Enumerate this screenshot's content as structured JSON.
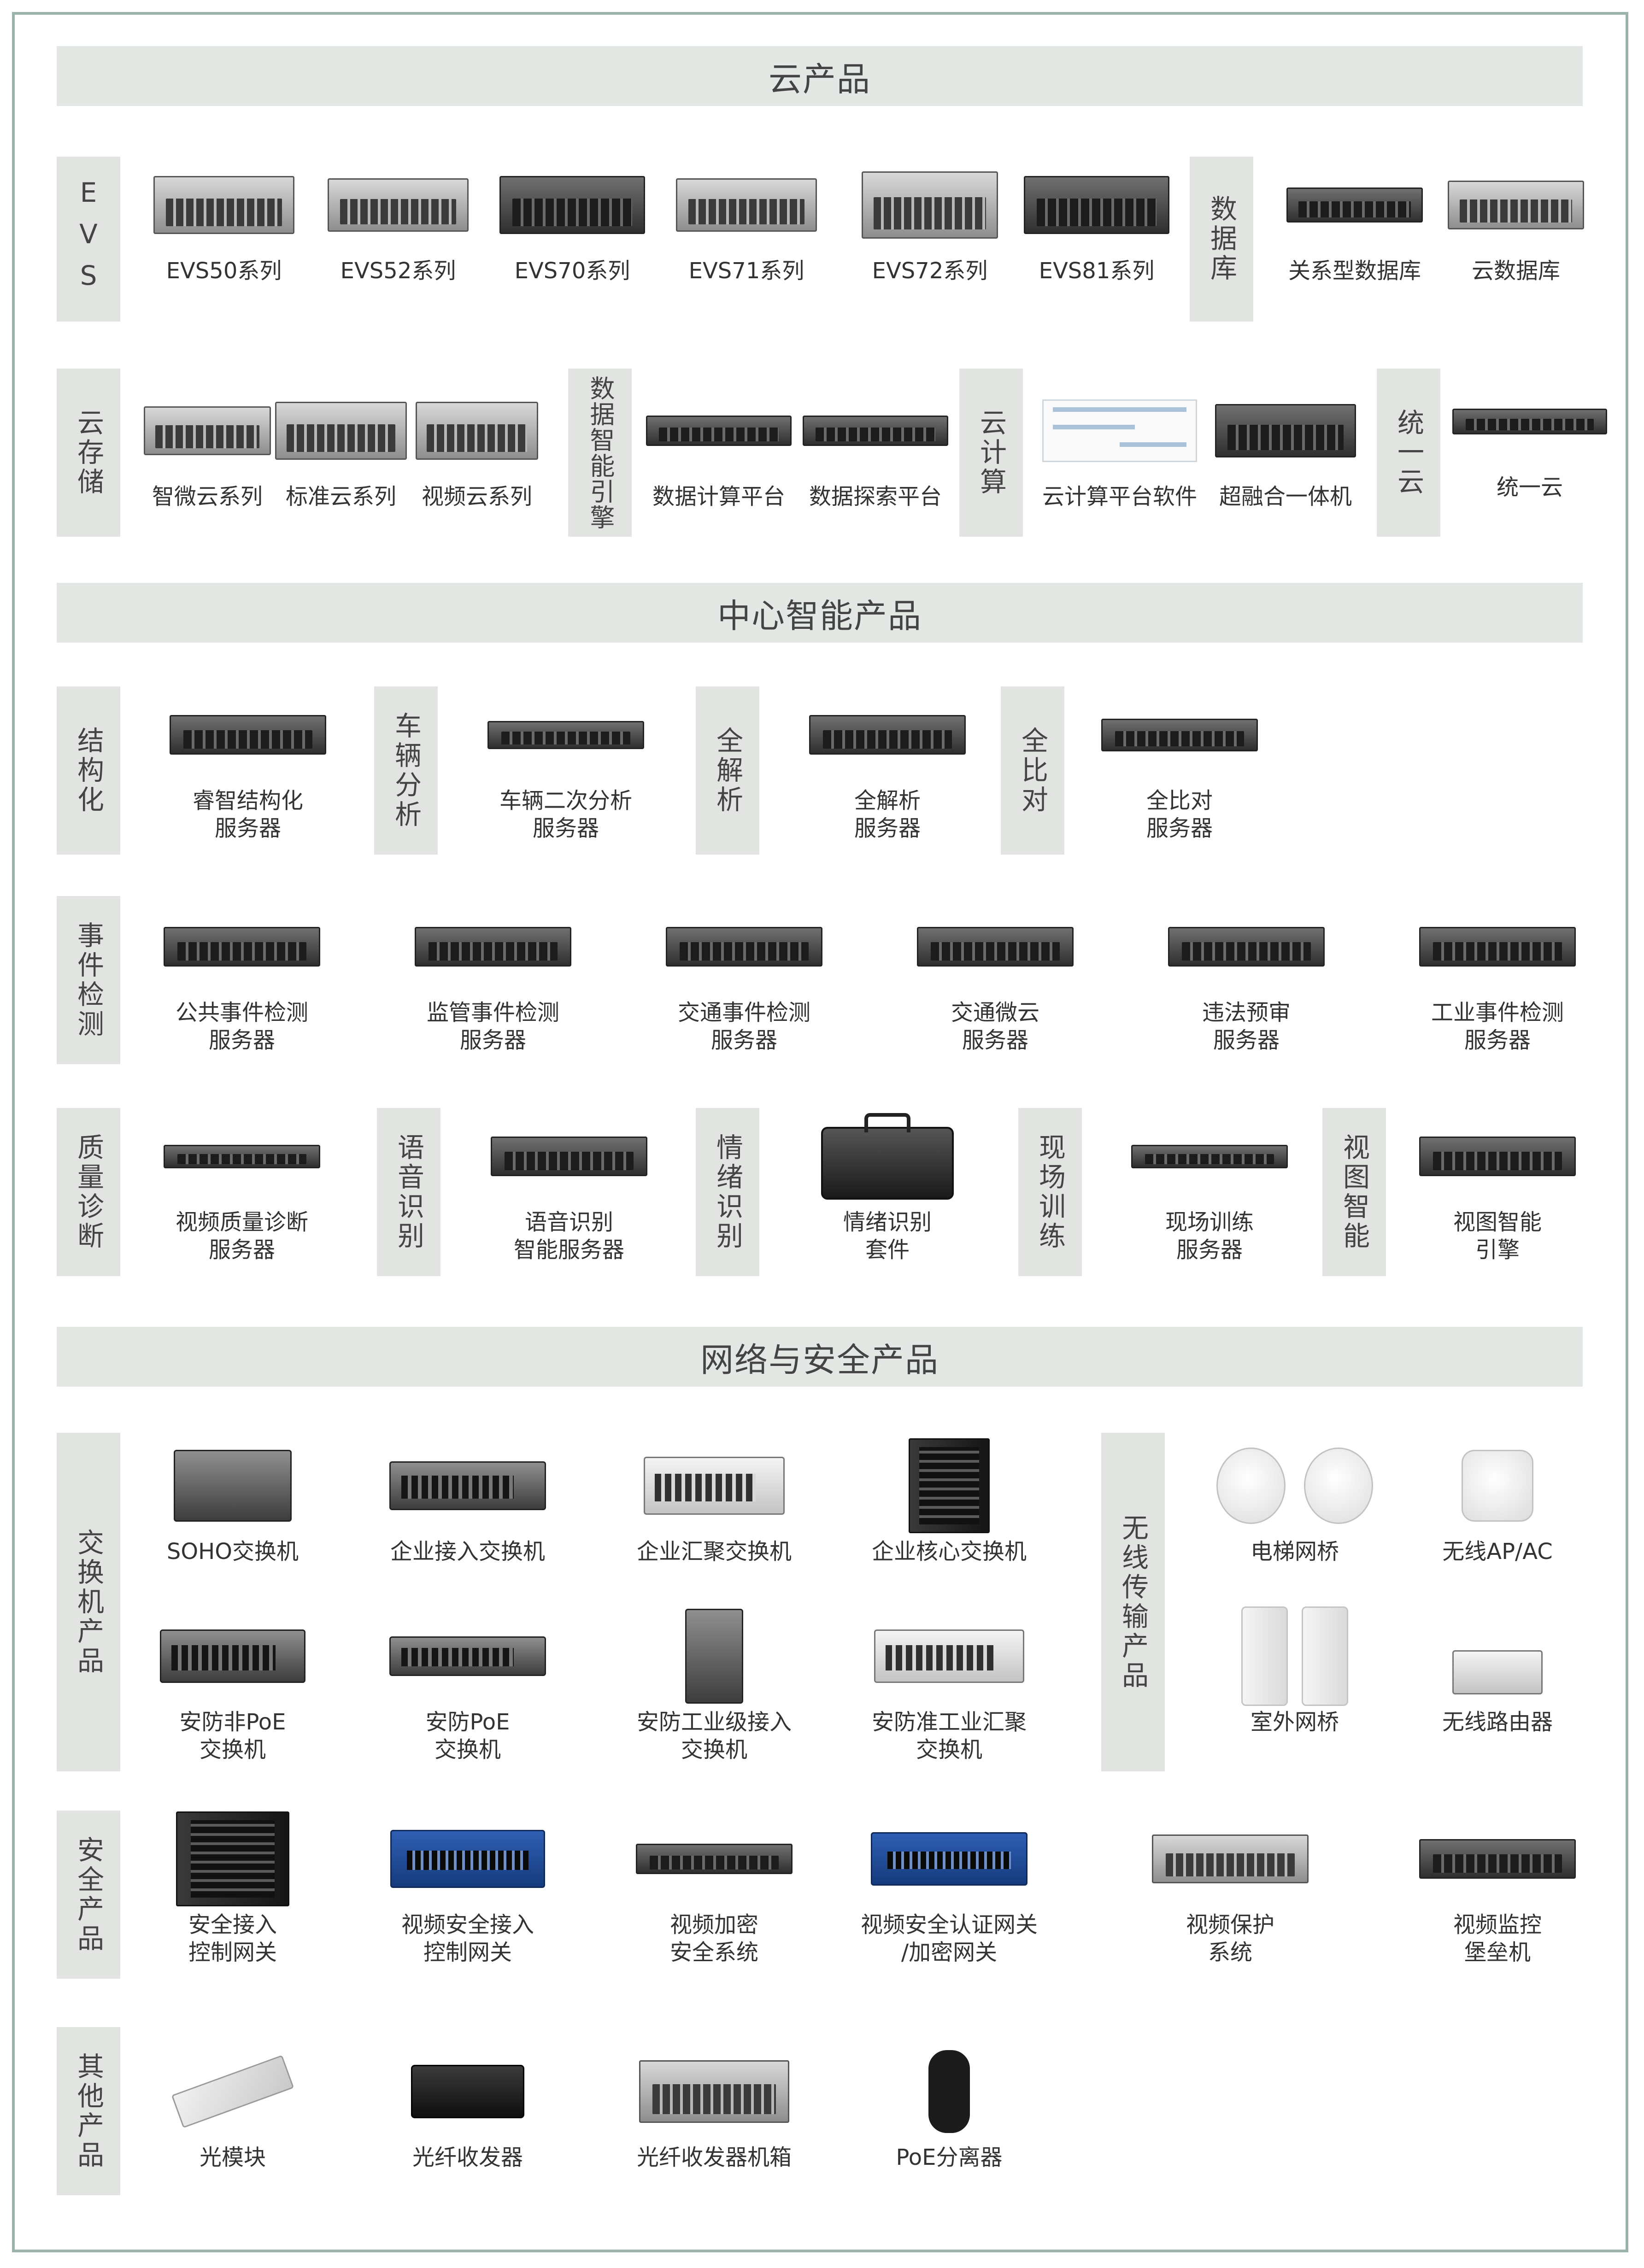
{
  "sections": {
    "cloud": "云产品",
    "center": "中心智能产品",
    "network": "网络与安全产品"
  },
  "labels": {
    "evs": "EVS",
    "database": "数据库",
    "cloud_storage": "云存储",
    "data_engine": "数据智能引擎",
    "cloud_compute": "云计算",
    "unified_cloud": "统一云",
    "structuring": "结构化",
    "vehicle": "车辆分析",
    "full_parse": "全解析",
    "full_compare": "全比对",
    "event": "事件检测",
    "quality": "质量诊断",
    "speech": "语音识别",
    "emotion": "情绪识别",
    "training": "现场训练",
    "view": "视图智能",
    "switch": "交换机产品",
    "wireless": "无线传输产品",
    "security": "安全产品",
    "other": "其他产品"
  },
  "products": {
    "evs50": "EVS50系列",
    "evs52": "EVS52系列",
    "evs70": "EVS70系列",
    "evs71": "EVS71系列",
    "evs72": "EVS72系列",
    "evs81": "EVS81系列",
    "relational_db": "关系型数据库",
    "cloud_db": "云数据库",
    "smart_micro": "智微云系列",
    "standard_cloud": "标准云系列",
    "video_cloud": "视频云系列",
    "data_compute": "数据计算平台",
    "data_explore": "数据探索平台",
    "cloud_software": "云计算平台软件",
    "hyper_converged": "超融合一体机",
    "unified": "统一云",
    "ruizhi": "睿智结构化\n服务器",
    "vehicle_secondary": "车辆二次分析\n服务器",
    "full_parse_server": "全解析\n服务器",
    "full_compare_server": "全比对\n服务器",
    "public_event": "公共事件检测\n服务器",
    "supervise_event": "监管事件检测\n服务器",
    "traffic_event": "交通事件检测\n服务器",
    "traffic_micro": "交通微云\n服务器",
    "violation": "违法预审\n服务器",
    "industry_event": "工业事件检测\n服务器",
    "video_quality": "视频质量诊断\n服务器",
    "speech_server": "语音识别\n智能服务器",
    "emotion_kit": "情绪识别\n套件",
    "training_server": "现场训练\n服务器",
    "view_engine": "视图智能\n引擎",
    "soho": "SOHO交换机",
    "ent_access": "企业接入交换机",
    "ent_agg": "企业汇聚交换机",
    "ent_core": "企业核心交换机",
    "sec_nonpoe": "安防非PoE\n交换机",
    "sec_poe": "安防PoE\n交换机",
    "sec_industrial": "安防工业级接入\n交换机",
    "sec_semi_industrial": "安防准工业汇聚\n交换机",
    "elevator_bridge": "电梯网桥",
    "wireless_ap": "无线AP/AC",
    "outdoor_bridge": "室外网桥",
    "router": "无线路由器",
    "sec_access_gw": "安全接入\n控制网关",
    "video_sec_gw": "视频安全接入\n控制网关",
    "video_encrypt": "视频加密\n安全系统",
    "video_auth_gw": "视频安全认证网关\n/加密网关",
    "video_protect": "视频保护\n系统",
    "bastion": "视频监控\n堡垒机",
    "optical_module": "光模块",
    "fiber_transceiver": "光纤收发器",
    "fiber_chassis": "光纤收发器机箱",
    "poe_splitter": "PoE分离器"
  }
}
